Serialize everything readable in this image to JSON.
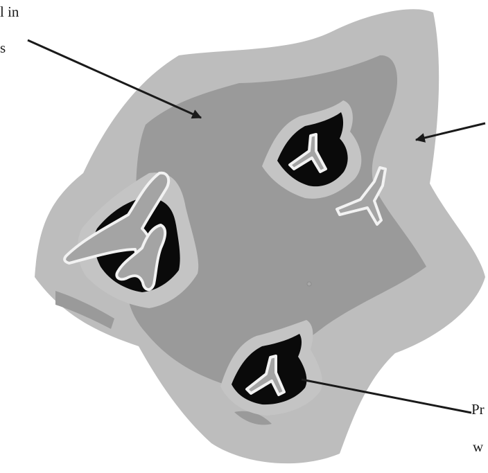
{
  "labels": {
    "top_left_line1": "l in",
    "top_left_line2": "s",
    "bottom_right_line1": "Pr",
    "bottom_right_line2": "w"
  },
  "colors": {
    "background": "#ffffff",
    "outer_layer": "#bdbdbd",
    "inner_region": "#9a9a9a",
    "pocket_black": "#0a0a0a",
    "pocket_rim": "#c4c4c4",
    "particle_fill": "#a4a4a4",
    "particle_outline": "#f2f2f2",
    "arrow": "#1a1a1a"
  }
}
